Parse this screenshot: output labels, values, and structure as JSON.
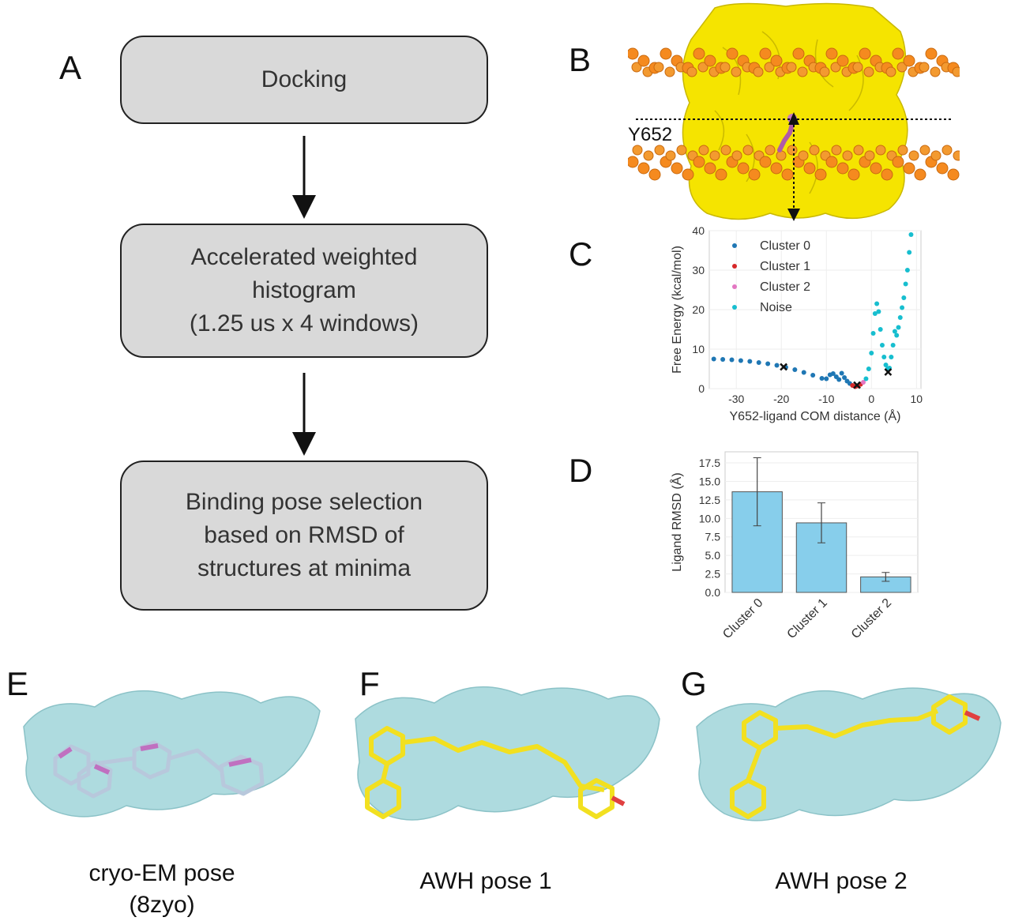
{
  "panels": {
    "a": "A",
    "b": "B",
    "c": "C",
    "d": "D",
    "e": "E",
    "f": "F",
    "g": "G"
  },
  "workflow": {
    "step1": "Docking",
    "step2": "Accelerated weighted\nhistogram\n(1.25 us x 4 windows)",
    "step3": "Binding pose selection\nbased on RMSD of\nstructures at minima"
  },
  "structure": {
    "residue_label": "Y652"
  },
  "captions": {
    "e": "cryo-EM pose\n(8zyo)",
    "f": "AWH pose 1",
    "g": "AWH pose 2"
  },
  "chart_data": [
    {
      "type": "scatter",
      "xlabel": "Y652-ligand COM distance (Å)",
      "ylabel": "Free Energy (kcal/mol)",
      "xlim": [
        -36,
        11
      ],
      "ylim": [
        0,
        40
      ],
      "xticks": [
        -30,
        -20,
        -10,
        0,
        10
      ],
      "yticks": [
        0,
        10,
        20,
        30,
        40
      ],
      "grid": true,
      "legend_position": "top-left",
      "series": [
        {
          "name": "Cluster 0",
          "color": "#1f77b4",
          "x": [
            -35,
            -33,
            -31,
            -29,
            -27,
            -25,
            -23,
            -21,
            -19,
            -17,
            -15,
            -13,
            -11,
            -10,
            -9.2,
            -8.5,
            -7.8,
            -7.2,
            -6.6,
            -6.0,
            -5.4,
            -4.8
          ],
          "y": [
            7.5,
            7.4,
            7.3,
            7.1,
            6.9,
            6.6,
            6.3,
            5.9,
            5.4,
            4.8,
            4.1,
            3.4,
            2.6,
            2.5,
            3.5,
            3.8,
            3.0,
            2.3,
            3.9,
            2.8,
            1.9,
            1.3
          ]
        },
        {
          "name": "Cluster 1",
          "color": "#d62728",
          "x": [
            -4.2,
            -3.6,
            -3.0,
            -2.4
          ],
          "y": [
            0.8,
            0.5,
            0.7,
            1.1
          ]
        },
        {
          "name": "Cluster 2",
          "color": "#e377c2",
          "x": [
            -1.8
          ],
          "y": [
            1.6
          ]
        },
        {
          "name": "Noise",
          "color": "#17becf",
          "x": [
            -1.2,
            -0.6,
            0,
            0.4,
            0.8,
            1.2,
            1.6,
            2.0,
            2.4,
            2.8,
            3.2,
            3.6,
            4.0,
            4.4,
            4.8,
            5.2,
            5.6,
            6.0,
            6.4,
            6.8,
            7.2,
            7.6,
            8.0,
            8.4,
            8.8
          ],
          "y": [
            2.5,
            5.0,
            9.0,
            14.0,
            19.0,
            21.5,
            19.5,
            15.0,
            11.0,
            8.0,
            6.0,
            5.0,
            5.2,
            8.0,
            11.0,
            14.5,
            13.5,
            15.5,
            18.0,
            20.5,
            23.0,
            26.5,
            30.0,
            34.5,
            39.0
          ]
        }
      ],
      "minima_markers": {
        "x": [
          -19.5,
          -3.2,
          3.7
        ],
        "y": [
          5.5,
          0.9,
          4.2
        ]
      }
    },
    {
      "type": "bar",
      "ylabel": "Ligand RMSD (Å)",
      "categories": [
        "Cluster 0",
        "Cluster 1",
        "Cluster 2"
      ],
      "values": [
        13.6,
        9.4,
        2.1
      ],
      "errors": [
        4.6,
        2.7,
        0.6
      ],
      "ylim": [
        0,
        19
      ],
      "yticks": [
        "0.0",
        "2.5",
        "5.0",
        "7.5",
        "10.0",
        "12.5",
        "15.0",
        "17.5"
      ],
      "grid": true,
      "bar_color": "#87ceeb"
    }
  ]
}
